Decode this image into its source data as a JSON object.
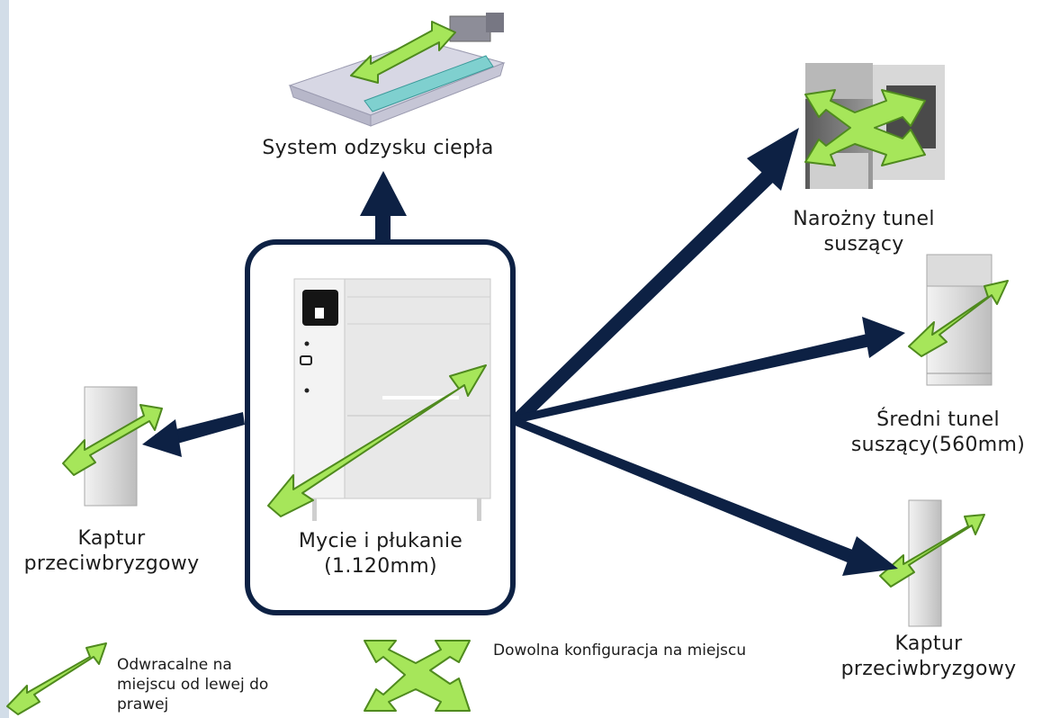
{
  "nodes": {
    "heat_recovery": "System odzysku ciepła",
    "corner_tunnel": "Narożny tunel\nsuszący",
    "medium_tunnel": "Średni tunel\nsuszący(560mm)",
    "wash_rinse": "Mycie i płukanie\n(1.120mm)",
    "hood_left": "Kaptur\nprzeciwbryzgowy",
    "hood_right": "Kaptur\nprzeciwbryzgowy"
  },
  "legend": {
    "reversible": "Odwracalne na\nmiejscu od lewej do\nprawej",
    "any_config": "Dowolna konfiguracja na miejscu"
  },
  "colors": {
    "arrow_navy": "#0d2144",
    "green_arrow": "#a6e65a",
    "green_outline": "#4f8a1e",
    "machine_gray": "#e6e6e6"
  }
}
